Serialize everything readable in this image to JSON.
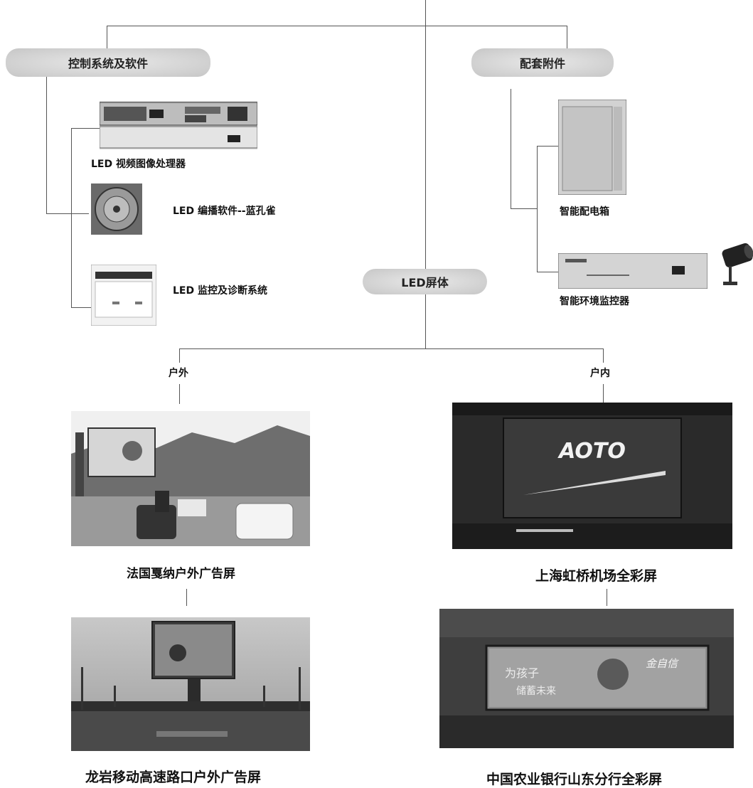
{
  "nodes": {
    "control": "控制系统及软件",
    "accessories": "配套附件",
    "led_body": "LED屏体"
  },
  "control_items": {
    "processor": "LED 视频图像处理器",
    "software": "LED 编播软件--蓝孔雀",
    "monitor": "LED 监控及诊断系统"
  },
  "accessory_items": {
    "power_box": "智能配电箱",
    "env_monitor": "智能环境监控器"
  },
  "branches": {
    "outdoor": "户外",
    "indoor": "户内"
  },
  "screens": {
    "outdoor_1": "法国戛纳户外广告屏",
    "outdoor_2": "龙岩移动高速路口户外广告屏",
    "indoor_1": "上海虹桥机场全彩屏",
    "indoor_2": "中国农业银行山东分行全彩屏"
  },
  "photo_text": {
    "aoto_logo": "AOTO",
    "bank_slogan_1": "为孩子",
    "bank_slogan_2": "储蓄未来",
    "bank_slogan_3": "金自信"
  }
}
